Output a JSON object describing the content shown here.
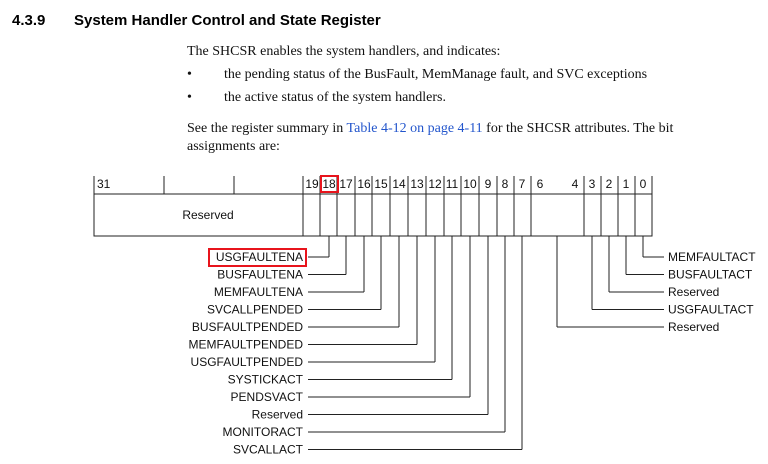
{
  "section": {
    "number": "4.3.9",
    "title": "System Handler Control and State Register"
  },
  "intro": "The SHCSR enables the system handlers, and indicates:",
  "bullets": [
    "the pending status of the BusFault, MemManage fault, and SVC exceptions",
    "the active status of the system handlers."
  ],
  "bullet_symbol": "•",
  "see": {
    "prefix": "See the register summary in ",
    "link": "Table 4-12 on page 4-11",
    "suffix": " for the SHCSR attributes. The bit",
    "line2": "assignments are:"
  },
  "register": {
    "reserved_label": "Reserved",
    "bit_numbers": [
      "31",
      "19",
      "18",
      "17",
      "16",
      "15",
      "14",
      "13",
      "12",
      "11",
      "10",
      "9",
      "8",
      "7",
      "6",
      "4",
      "3",
      "2",
      "1",
      "0"
    ],
    "highlight_bit": "18",
    "highlight_color": "#e8141c",
    "left_fields": [
      "USGFAULTENA",
      "BUSFAULTENA",
      "MEMFAULTENA",
      "SVCALLPENDED",
      "BUSFAULTPENDED",
      "MEMFAULTPENDED",
      "USGFAULTPENDED",
      "SYSTICKACT",
      "PENDSVACT",
      "Reserved",
      "MONITORACT",
      "SVCALLACT"
    ],
    "right_fields": [
      "MEMFAULTACT",
      "BUSFAULTACT",
      "Reserved",
      "USGFAULTACT",
      "Reserved"
    ]
  }
}
